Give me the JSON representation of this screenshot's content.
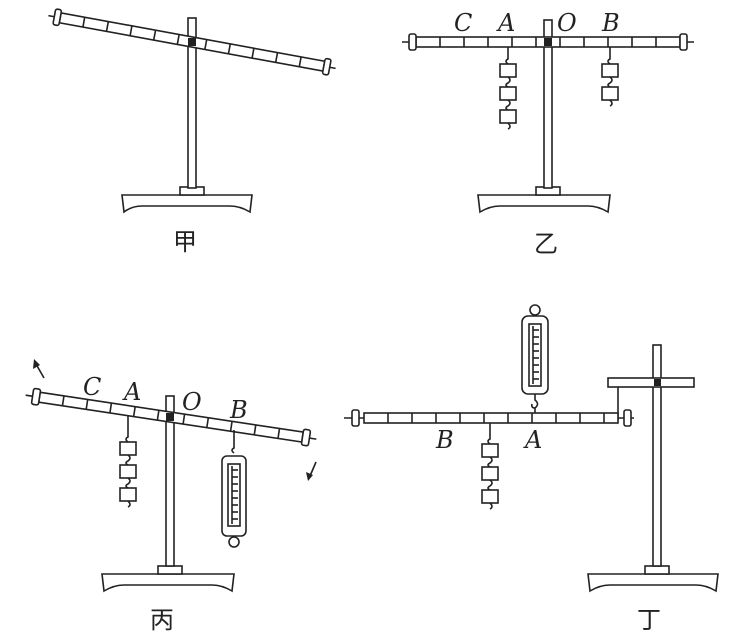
{
  "captions": {
    "jia": "甲",
    "yi": "乙",
    "bing": "丙",
    "ding": "丁"
  },
  "labels": {
    "yi": {
      "C": "C",
      "A": "A",
      "O": "O",
      "B": "B"
    },
    "bing": {
      "C": "C",
      "A": "A",
      "O": "O",
      "B": "B"
    },
    "ding": {
      "B": "B",
      "A": "A"
    }
  }
}
